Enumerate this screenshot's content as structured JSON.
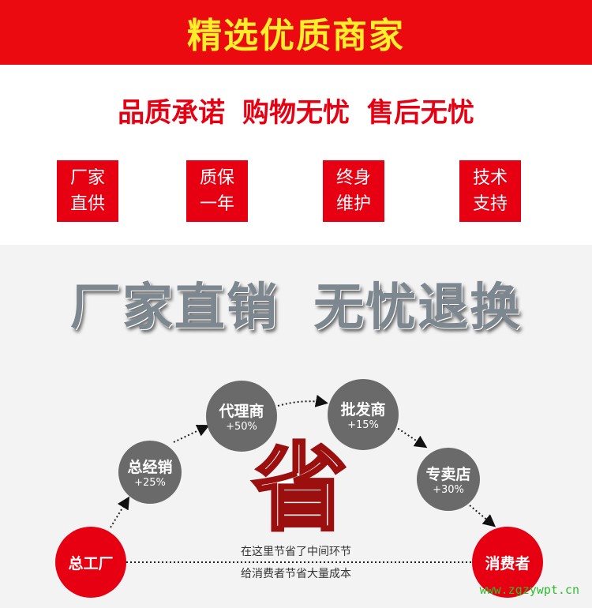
{
  "banner": {
    "title": "精选优质商家"
  },
  "slogan": "品质承诺 购物无忧 售后无忧",
  "features": [
    {
      "l1": "厂家",
      "l2": "直供"
    },
    {
      "l1": "质保",
      "l2": "一年"
    },
    {
      "l1": "终身",
      "l2": "维护"
    },
    {
      "l1": "技术",
      "l2": "支持"
    }
  ],
  "headline": "厂家直销 无忧退换",
  "chain": [
    {
      "name": "总工厂"
    },
    {
      "name": "总经销",
      "pct": "+25%"
    },
    {
      "name": "代理商",
      "pct": "+50%"
    },
    {
      "name": "批发商",
      "pct": "+15%"
    },
    {
      "name": "专卖店",
      "pct": "+30%"
    },
    {
      "name": "消费者"
    }
  ],
  "save_char": "省",
  "note": {
    "line1": "在这里节省了中间环节",
    "line2": "给消费者节省大量成本"
  },
  "watermark": "www.zgzywpt.cn"
}
